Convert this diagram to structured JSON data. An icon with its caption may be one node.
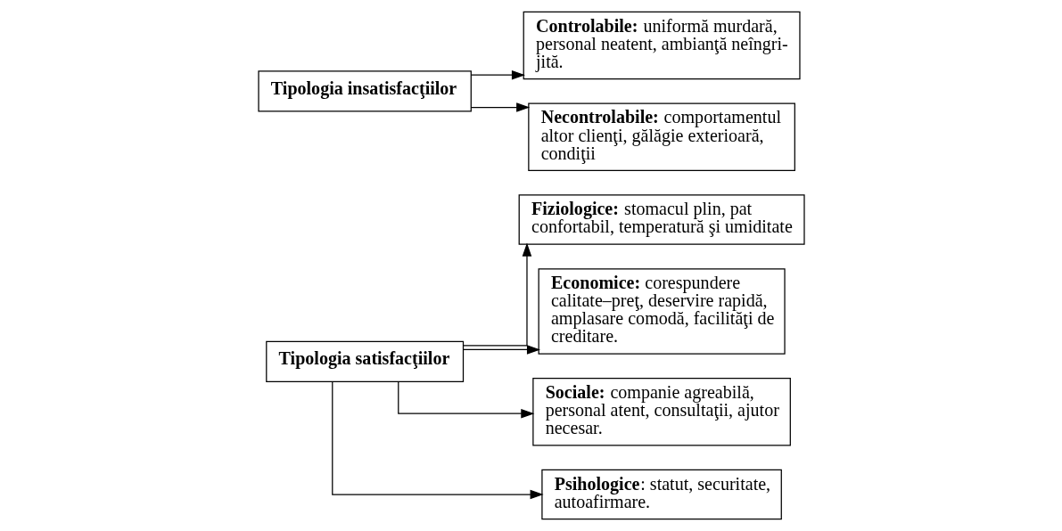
{
  "diagram": {
    "nodes": [
      {
        "text": [
          "Tipologia satisfacţiilor"
        ]
      },
      {
        "text": [
          "**Fiziologice:** stomacul plin, pat confortabil, temperatură şi umiditate"
        ]
      },
      {
        "text": [
          "**Economice:** corespundere calitate–preţ, deservire rapidă, amplasare comodă, facilităţi de creditare."
        ]
      },
      {
        "text": [
          "**Sociale:** companie agreabilă, personal atent, consultaţii, ajutor necesar."
        ]
      },
      {
        "text": [
          "**Psihologice**: statut, securitate, autoafirmare."
        ]
      },
      {
        "text": [
          "Tipologia insatisfacţiilor"
        ]
      },
      {
        "text": [
          "**Controlabile:** uniformă murdară, personal neatent, ambianţă neîngri- jită."
        ]
      },
      {
        "text": [
          "**Necontrolabile:** comportamentul altor clienţi, gălăgie exterioară, condiţii"
        ]
      }
    ],
    "edges": [
      {
        "from": 0,
        "to": 1,
        "arrow": "to"
      },
      {
        "from": 0,
        "to": 2,
        "arrow": "to"
      },
      {
        "from": 0,
        "to": 3,
        "arrow": "to"
      },
      {
        "from": 0,
        "to": 4,
        "arrow": "to"
      },
      {
        "from": 5,
        "to": 6,
        "arrow": "to"
      },
      {
        "from": 5,
        "to": 7,
        "arrow": "to"
      }
    ]
  }
}
